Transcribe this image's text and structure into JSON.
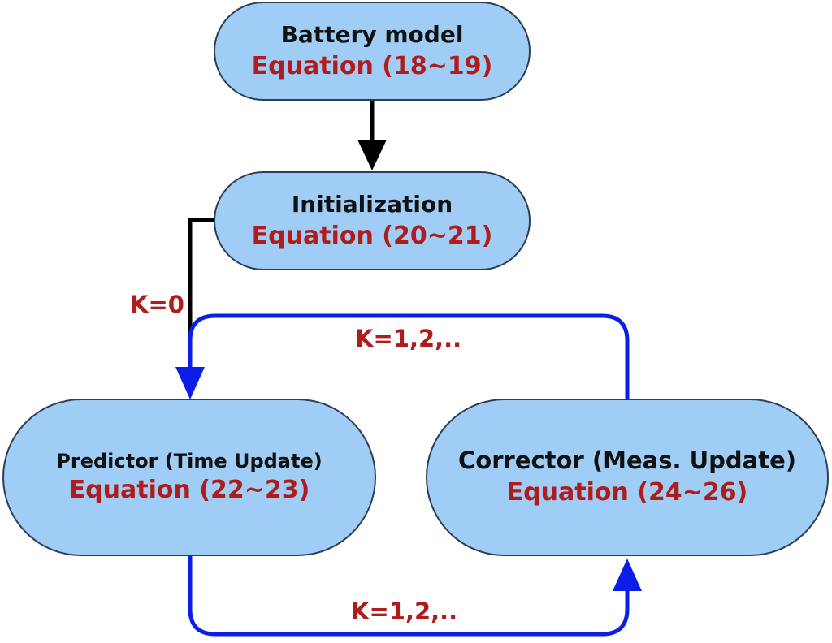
{
  "nodes": {
    "battery": {
      "title": "Battery model",
      "equation": "Equation (18~19)"
    },
    "init": {
      "title": "Initialization",
      "equation": "Equation (20~21)"
    },
    "predictor": {
      "title": "Predictor (Time Update)",
      "equation": "Equation (22~23)"
    },
    "corrector": {
      "title": "Corrector (Meas. Update)",
      "equation": "Equation (24~26)"
    }
  },
  "edges": {
    "init_to_predictor_label": "K=0",
    "corrector_to_predictor_label": "K=1,2,..",
    "predictor_to_corrector_label": "K=1,2,.."
  },
  "colors": {
    "node_fill": "#9fcdf6",
    "node_border": "#2e3f55",
    "title_text": "#111111",
    "equation_text": "#b01c1c",
    "black_arrow": "#000000",
    "blue_arrow": "#0a1ee8"
  }
}
